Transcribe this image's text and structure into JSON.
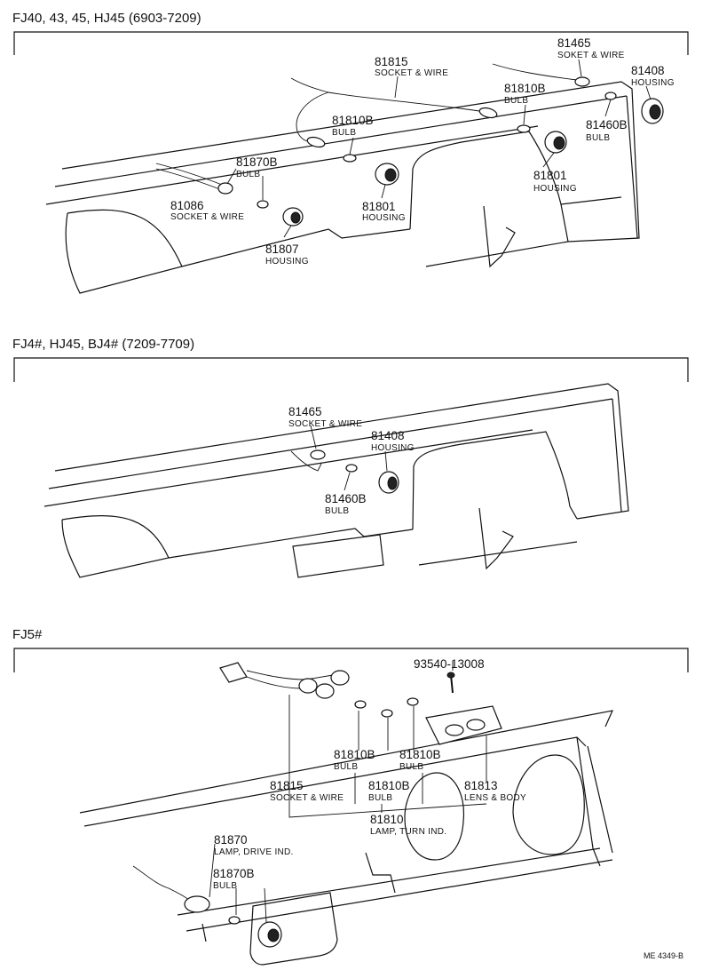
{
  "sections": [
    {
      "header": "FJ40, 43, 45, HJ45 (6903-7209)",
      "parts": [
        {
          "number": "81815",
          "desc": "SOCKET & WIRE"
        },
        {
          "number": "81465",
          "desc": "SOKET & WIRE"
        },
        {
          "number": "81408",
          "desc": "HOUSING"
        },
        {
          "number": "81810B",
          "desc": "BULB"
        },
        {
          "number": "81460B",
          "desc": "BULB"
        },
        {
          "number": "81810B",
          "desc": "BULB"
        },
        {
          "number": "81870B",
          "desc": "BULB"
        },
        {
          "number": "81801",
          "desc": "HOUSING"
        },
        {
          "number": "81801",
          "desc": "HOUSING"
        },
        {
          "number": "81086",
          "desc": "SOCKET & WIRE"
        },
        {
          "number": "81807",
          "desc": "HOUSING"
        }
      ]
    },
    {
      "header": "FJ4#, HJ45, BJ4# (7209-7709)",
      "parts": [
        {
          "number": "81465",
          "desc": "SOCKET & WIRE"
        },
        {
          "number": "81408",
          "desc": "HOUSING"
        },
        {
          "number": "81460B",
          "desc": "BULB"
        }
      ]
    },
    {
      "header": "FJ5#",
      "parts": [
        {
          "number": "93540-13008",
          "desc": ""
        },
        {
          "number": "81810B",
          "desc": "BULB"
        },
        {
          "number": "81810B",
          "desc": "BULB"
        },
        {
          "number": "81815",
          "desc": "SOCKET & WIRE"
        },
        {
          "number": "81810B",
          "desc": "BULB"
        },
        {
          "number": "81813",
          "desc": "LENS & BODY"
        },
        {
          "number": "81810",
          "desc": "LAMP, TURN IND."
        },
        {
          "number": "81870",
          "desc": "LAMP, DRIVE IND."
        },
        {
          "number": "81870B",
          "desc": "BULB"
        }
      ]
    }
  ],
  "footer_code": "ME 4349-B"
}
